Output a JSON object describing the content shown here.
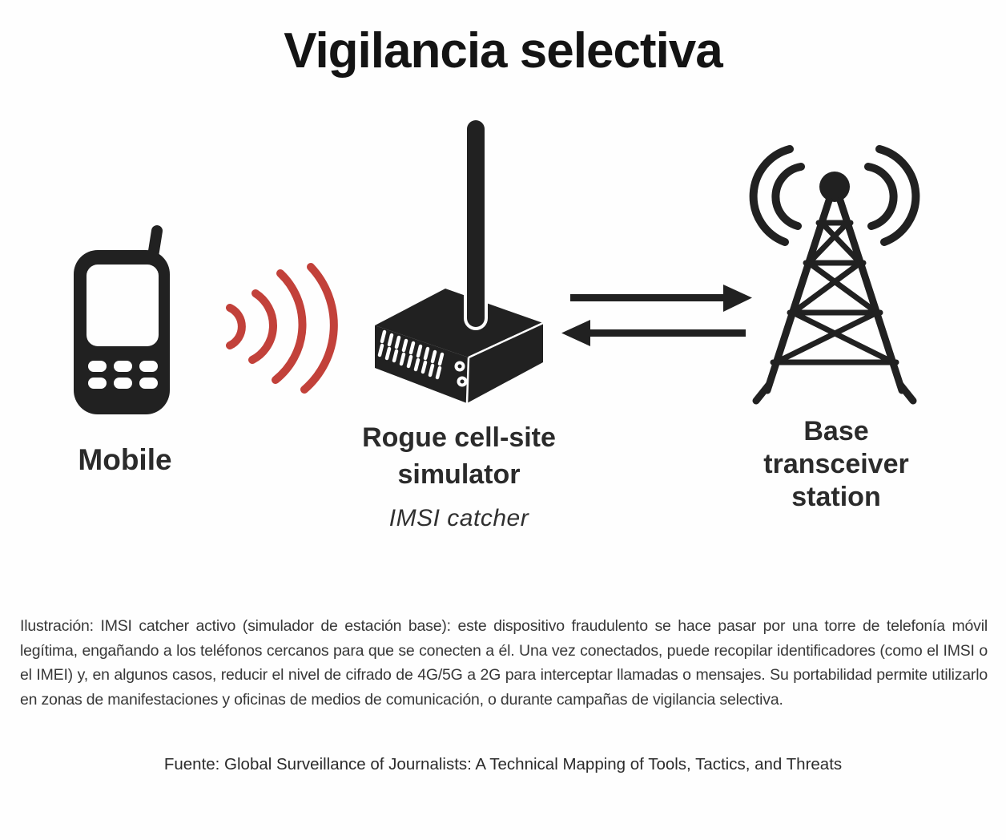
{
  "title": "Vigilancia selectiva",
  "nodes": {
    "mobile": {
      "label": "Mobile"
    },
    "simulator": {
      "label_line1": "Rogue cell-site",
      "label_line2": "simulator",
      "subtitle": "IMSI catcher"
    },
    "base_station": {
      "label_line1": "Base",
      "label_line2": "transceiver",
      "label_line3": "station"
    }
  },
  "caption": "Ilustración: IMSI catcher activo (simulador de estación base): este dispositivo fraudulento se hace pasar por una torre de telefonía móvil legítima, engañando a los teléfonos cercanos para que se conecten a él. Una vez conectados, puede recopilar identificadores (como el IMSI o el IMEI) y, en algunos casos, reducir el nivel de cifrado de 4G/5G a 2G para interceptar llamadas o mensajes. Su portabilidad permite utilizarlo en zonas de manifestaciones y oficinas de medios de comunicación, o durante campañas de vigilancia selectiva.",
  "source": "Fuente: Global Surveillance of Journalists: A Technical Mapping of Tools, Tactics, and Threats",
  "colors": {
    "ink": "#212121",
    "signal_red": "#c2413a"
  }
}
